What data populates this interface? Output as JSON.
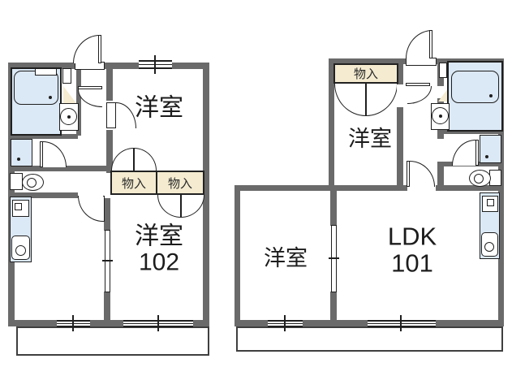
{
  "colors": {
    "wall": "#6a6a6a",
    "outline": "#1f1f1f",
    "fixture_blue": "#dbe8f5",
    "storage_cream": "#f4ebd0",
    "balcony_line": "#3f3f3f"
  },
  "left_unit": {
    "upper_room_label": "洋室",
    "closet1_label": "物入",
    "closet2_label": "物入",
    "lower_room_label_line1": "洋室",
    "lower_room_label_line2": "102"
  },
  "right_unit": {
    "closet_label": "物入",
    "upper_room_label": "洋室",
    "lower_room_label": "洋室",
    "ldk_label_line1": "LDK",
    "ldk_label_line2": "101"
  }
}
